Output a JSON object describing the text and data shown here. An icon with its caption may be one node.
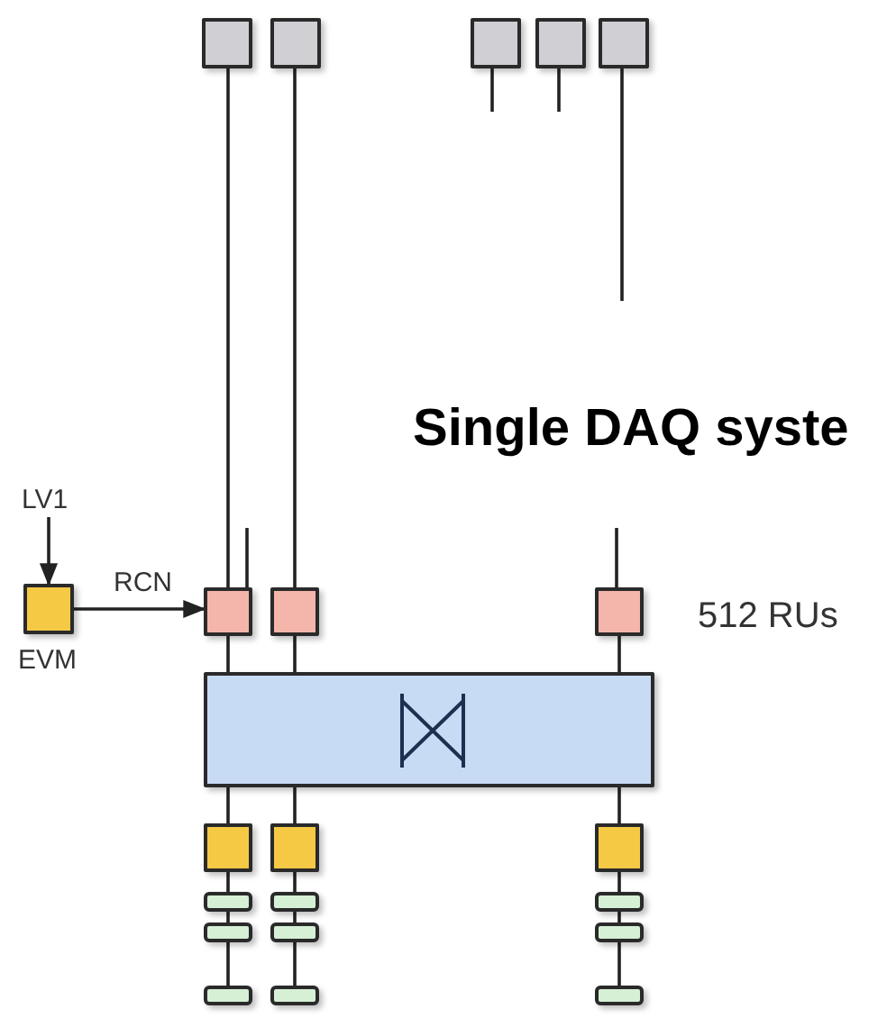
{
  "diagram": {
    "title": "Single DAQ syste",
    "nodes": [
      {
        "text": [],
        "shape": "box"
      },
      {
        "text": [],
        "shape": "box"
      },
      {
        "text": [],
        "shape": "box"
      },
      {
        "text": [],
        "shape": "box"
      },
      {
        "text": [],
        "shape": "box"
      },
      {
        "text": [
          "LV1"
        ]
      },
      {
        "text": [],
        "shape": "box",
        "beside": [
          "EVM"
        ]
      },
      {
        "text": [],
        "shape": "box"
      },
      {
        "text": [],
        "shape": "box"
      },
      {
        "text": [],
        "shape": "box"
      },
      {
        "text": [],
        "shape": "box"
      },
      {
        "text": [],
        "shape": "box"
      },
      {
        "text": [],
        "shape": "box"
      },
      {
        "text": [],
        "shape": "box"
      },
      {
        "text": [],
        "shape": "bar"
      },
      {
        "text": [],
        "shape": "bar"
      },
      {
        "text": [],
        "shape": "bar"
      },
      {
        "text": [],
        "shape": "bar"
      },
      {
        "text": [],
        "shape": "bar"
      },
      {
        "text": [],
        "shape": "bar"
      },
      {
        "text": [],
        "shape": "bar"
      },
      {
        "text": [],
        "shape": "bar"
      },
      {
        "text": [],
        "shape": "bar"
      }
    ],
    "edges": [
      {
        "from": 0,
        "to": 7,
        "arrow": "none"
      },
      {
        "from": 1,
        "to": 8,
        "arrow": "none"
      },
      {
        "from": 2,
        "to": null,
        "arrow": "none"
      },
      {
        "from": 3,
        "to": null,
        "arrow": "none"
      },
      {
        "from": 4,
        "to": null,
        "arrow": "none"
      },
      {
        "from": null,
        "to": 7,
        "arrow": "none"
      },
      {
        "from": null,
        "to": 9,
        "arrow": "none"
      },
      {
        "from": 5,
        "to": 6,
        "arrow": "to"
      },
      {
        "from": 6,
        "to": 7,
        "arrow": "to",
        "label": "RCN"
      },
      {
        "from": 7,
        "to": 10,
        "arrow": "none"
      },
      {
        "from": 8,
        "to": 10,
        "arrow": "none"
      },
      {
        "from": 9,
        "to": 10,
        "arrow": "none"
      },
      {
        "from": 10,
        "to": 11,
        "arrow": "none"
      },
      {
        "from": 10,
        "to": 12,
        "arrow": "none"
      },
      {
        "from": 10,
        "to": 13,
        "arrow": "none"
      },
      {
        "from": 11,
        "to": 14,
        "arrow": "none"
      },
      {
        "from": 12,
        "to": 15,
        "arrow": "none"
      },
      {
        "from": 13,
        "to": 16,
        "arrow": "none"
      },
      {
        "from": 14,
        "to": 17,
        "arrow": "none"
      },
      {
        "from": 15,
        "to": 18,
        "arrow": "none"
      },
      {
        "from": 16,
        "to": 19,
        "arrow": "none"
      },
      {
        "from": 17,
        "to": 20,
        "arrow": "none"
      },
      {
        "from": 18,
        "to": 21,
        "arrow": "none"
      },
      {
        "from": 19,
        "to": 22,
        "arrow": "none"
      }
    ],
    "labels": [
      "512 RUs"
    ]
  }
}
